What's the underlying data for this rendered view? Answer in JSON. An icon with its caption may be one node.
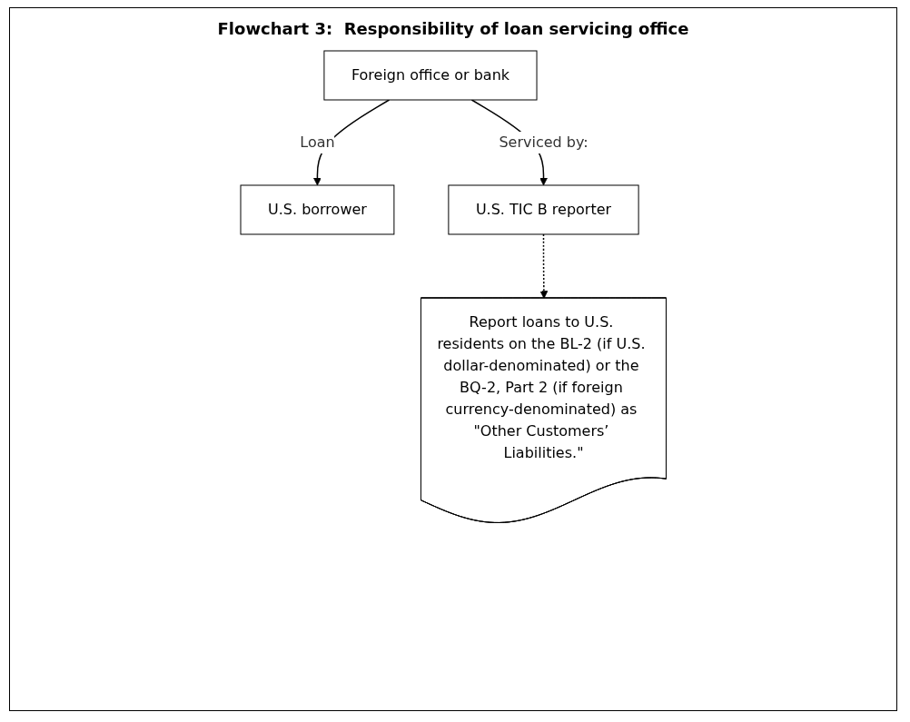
{
  "diagram": {
    "title": "Flowchart 3:  Responsibility of loan servicing office",
    "nodes": [
      {
        "text": [
          "U.S. borrower"
        ]
      },
      {
        "text": [
          "Foreign office or bank"
        ]
      },
      {
        "text": [
          "U.S. TIC B reporter"
        ]
      },
      {
        "text": [
          "Report loans to U.S. residents on the BL-2 (if U.S. dollar-denominated) or the BQ-2, Part 2 (if foreign currency-denominated) as \"Other Customers’ Liabilities.\""
        ]
      }
    ],
    "edges": [
      {
        "from": 1,
        "to": 0,
        "arrow": "to",
        "label": "Loan"
      },
      {
        "from": 1,
        "to": 2,
        "arrow": "to",
        "label": "Serviced by:"
      },
      {
        "from": 2,
        "to": 3,
        "arrow": "to",
        "style": "dashed"
      }
    ]
  }
}
